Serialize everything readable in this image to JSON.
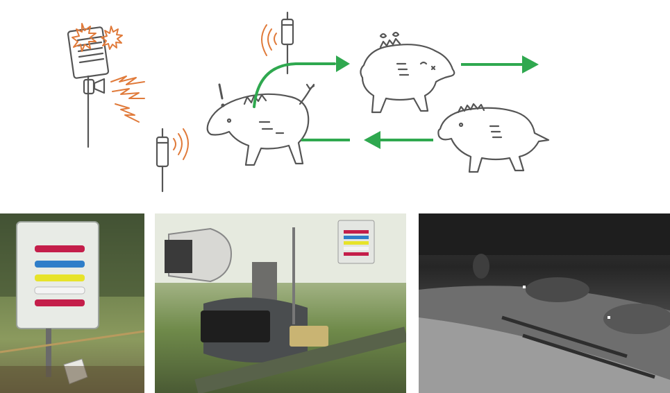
{
  "diagram": {
    "accent_green": "#2fa84f",
    "accent_orange": "#e07a3a",
    "line_color": "#555555",
    "icons": [
      "alarm-device-icon",
      "sensor-post-icon",
      "wild-boar-icon",
      "arrow-icon",
      "flash-icon",
      "sound-wave-icon"
    ]
  },
  "photos": [
    {
      "subject": "control-box-with-colored-lights"
    },
    {
      "subject": "speaker-and-strobe-equipment"
    },
    {
      "subject": "night-camera-wild-boars"
    }
  ]
}
